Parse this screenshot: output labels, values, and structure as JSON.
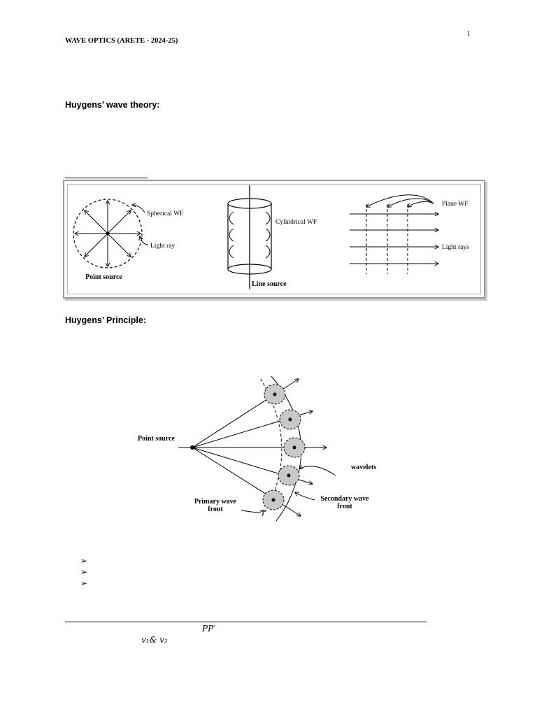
{
  "page": {
    "number": "1",
    "header": "WAVE OPTICS (ARETE - 2024-25)"
  },
  "sections": {
    "huygens_theory": "Huygens’ wave theory:",
    "huygens_principle": "Huygens’ Principle:"
  },
  "figure1": {
    "spherical_wf": "Spherical WF",
    "light_ray": "Light ray",
    "point_source": "Point source",
    "cylindrical_wf": "Cylindrical WF",
    "line_source": "Line source",
    "plane_wf": "Plane WF",
    "light_rays": "Light rays"
  },
  "figure2": {
    "point_source": "Point source",
    "wavelets": "wavelets",
    "primary_line1": "Primary wave",
    "primary_line2": "front",
    "secondary_line1": "Secondary wave",
    "secondary_line2": "front"
  },
  "bullets": [
    "➢",
    "➢",
    "➢"
  ],
  "footer": {
    "pp": "PP′",
    "v": "v₁& v₂"
  },
  "icons": {
    "bullet": "arrowhead-bullet-icon"
  }
}
